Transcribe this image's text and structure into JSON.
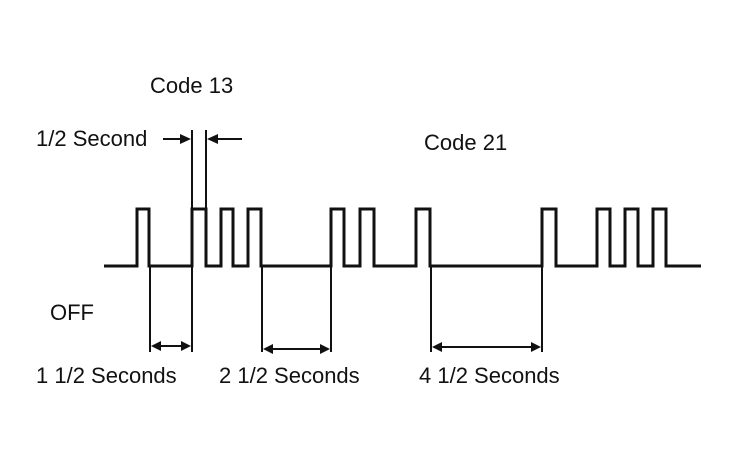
{
  "labels": {
    "code13": "Code 13",
    "code21": "Code 21",
    "half_second": "1/2 Second",
    "off": "OFF",
    "one_half_seconds": "1 1/2 Seconds",
    "two_half_seconds": "2 1/2 Seconds",
    "four_half_seconds": "4 1/2 Seconds"
  },
  "colors": {
    "ink": "#111111",
    "background": "#ffffff"
  }
}
